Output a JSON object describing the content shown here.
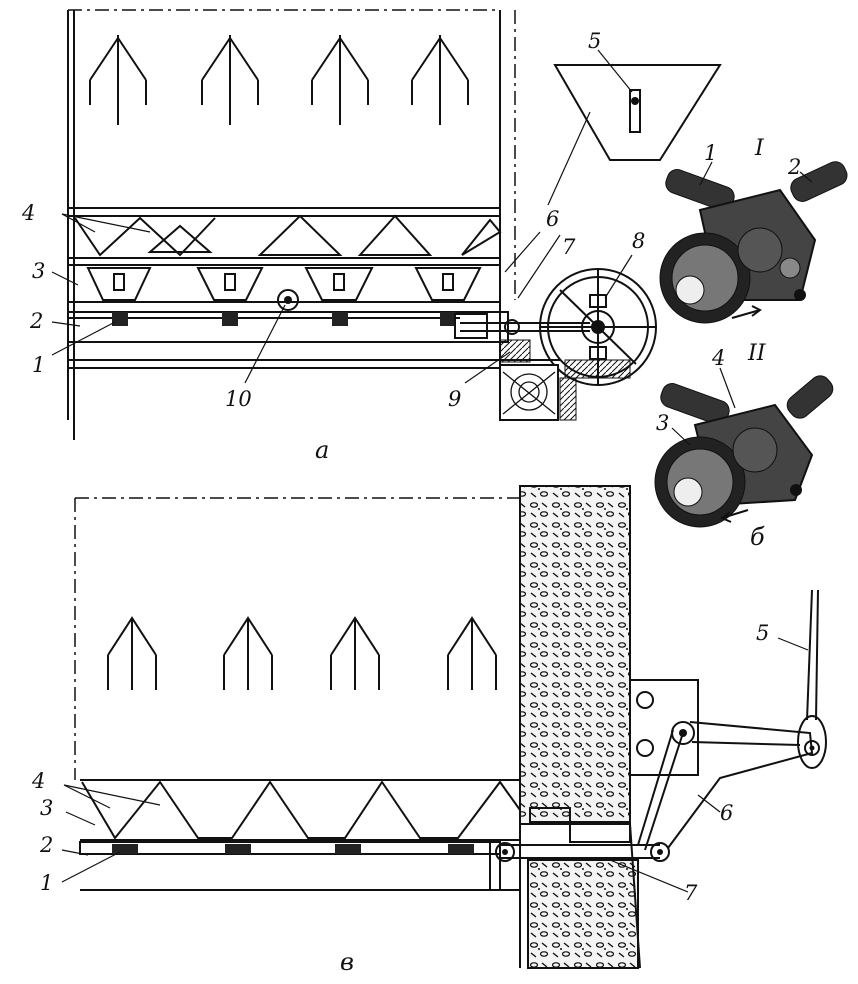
{
  "figure_a": {
    "caption": "а",
    "labels": {
      "l1": "1",
      "l2": "2",
      "l3": "3",
      "l4": "4",
      "l5": "5",
      "l6": "6",
      "l7": "7",
      "l8": "8",
      "l9": "9",
      "l10": "10"
    }
  },
  "figure_b": {
    "caption": "б",
    "variant_1": {
      "roman": "I",
      "l1": "1",
      "l2": "2"
    },
    "variant_2": {
      "roman": "II",
      "l3": "3",
      "l4": "4"
    }
  },
  "figure_c": {
    "caption": "в",
    "labels": {
      "l1": "1",
      "l2": "2",
      "l3": "3",
      "l4": "4",
      "l5": "5",
      "l6": "6",
      "l7": "7"
    }
  }
}
